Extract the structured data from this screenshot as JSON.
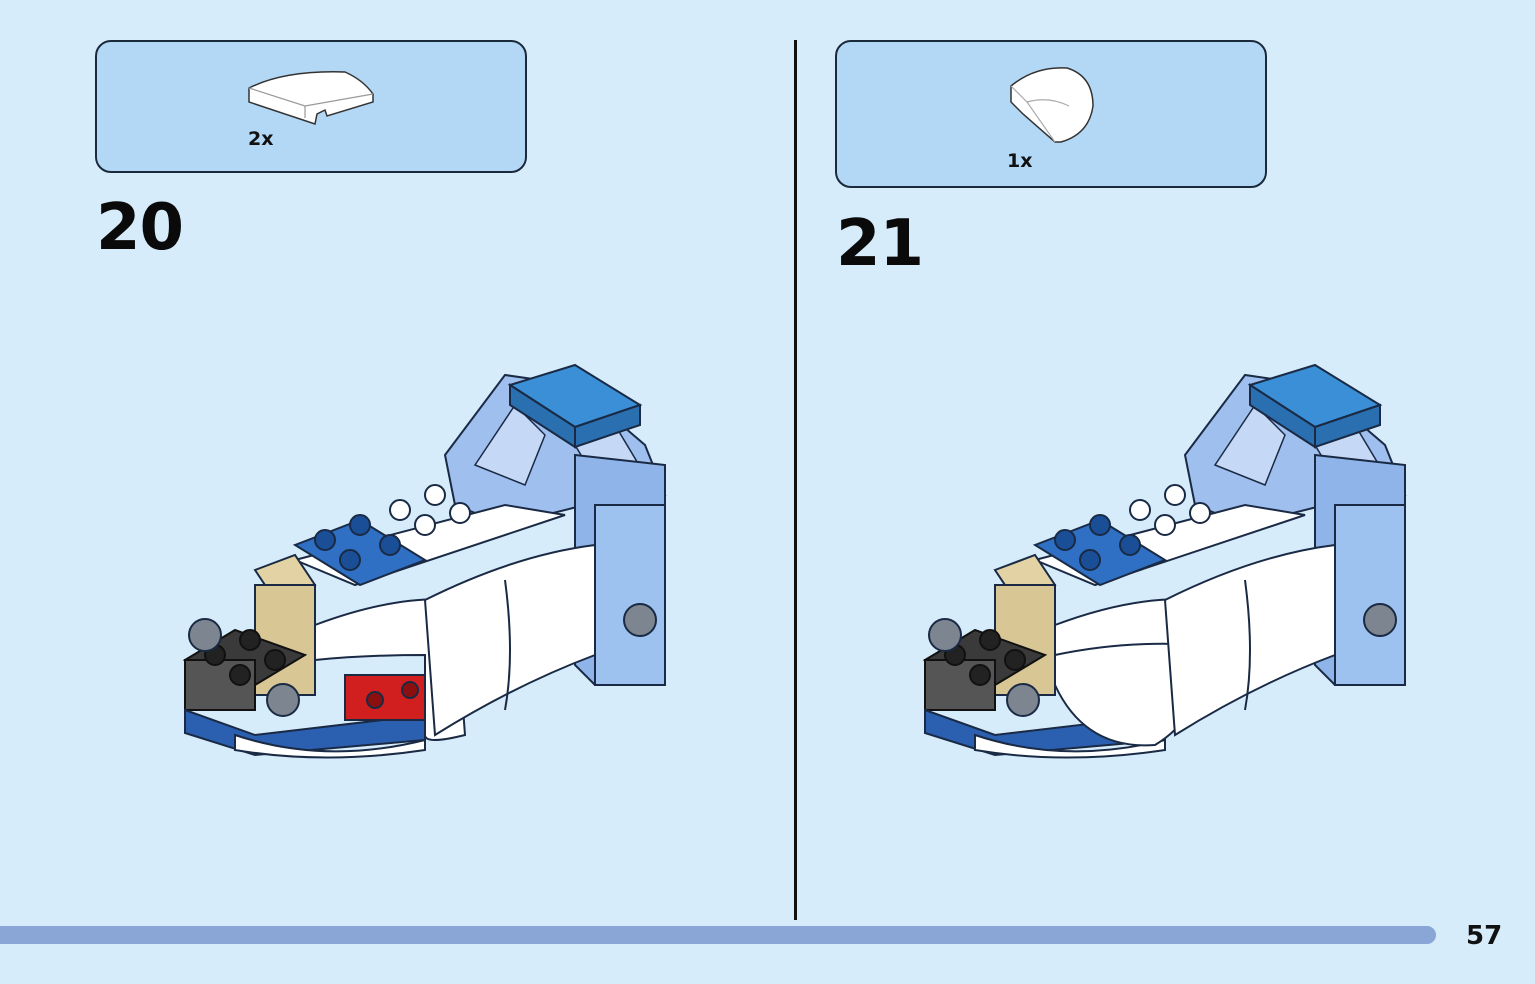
{
  "steps": [
    {
      "number": "20",
      "part_quantity": "2x",
      "part_icon": "curved-slope-brick-icon"
    },
    {
      "number": "21",
      "part_quantity": "1x",
      "part_icon": "rounded-curved-brick-icon"
    }
  ],
  "footer": {
    "page_number": "57",
    "progress_fraction": 0.935
  },
  "colors": {
    "background": "#d6ecfb",
    "parts_box": "#b3d8f5",
    "progress_bar": "#89a6d6",
    "brick_blue": "#2f6fc4",
    "brick_light_blue": "#8fb4ea",
    "brick_white": "#ffffff",
    "brick_tan": "#e3d3a4",
    "brick_black": "#3a3a3a",
    "brick_red": "#d11f1f"
  }
}
